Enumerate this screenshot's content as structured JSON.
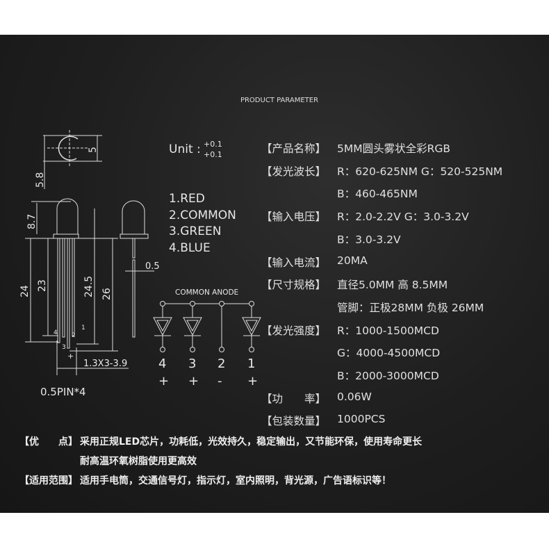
{
  "title": "PRODUCT PARAMETER",
  "unit": {
    "label": "Unit :",
    "tol_upper": "+0.1",
    "tol_lower": "+0.1"
  },
  "pins": [
    "1.RED",
    "2.COMMON",
    "3.GREEN",
    "4.BLUE"
  ],
  "dimensions": {
    "diameter": "5",
    "flange": "5.8",
    "dome_height": "8.7",
    "lead_a": "24",
    "lead_b": "23",
    "lead_c": "24.5",
    "lead_d": "26",
    "lead_width": "0.5",
    "pitch": "1.3X3-3.9",
    "pin_spec": "0.5PIN*4",
    "pin_marks": [
      "1",
      "2",
      "3",
      "4"
    ],
    "plus_mark": "+"
  },
  "circuit": {
    "title": "COMMON ANODE",
    "pins": [
      {
        "num": "4",
        "sign": "+"
      },
      {
        "num": "3",
        "sign": "+"
      },
      {
        "num": "2",
        "sign": "-"
      },
      {
        "num": "1",
        "sign": "+"
      }
    ]
  },
  "specs": [
    {
      "label": "【产品名称】",
      "values": [
        "5MM圆头雾状全彩RGB"
      ]
    },
    {
      "label": "【发光波长】",
      "values": [
        "R：620-625NM G：520-525NM",
        "B：460-465NM"
      ]
    },
    {
      "label": "【输入电压】",
      "values": [
        "R：2.0-2.2V G：3.0-3.2V",
        "B：3.0-3.2V"
      ]
    },
    {
      "label": "【输入电流】",
      "values": [
        "20MA"
      ]
    },
    {
      "label": "【尺寸规格】",
      "values": [
        "直径5.0MM 高 8.5MM",
        "管脚：正极28MM 负极 26MM"
      ]
    },
    {
      "label": "【发光强度】",
      "values": [
        "R：1000-1500MCD",
        "G：4000-4500MCD",
        "B：2000-3000MCD"
      ]
    },
    {
      "label": "【功　　率】",
      "values": [
        "0.06W"
      ]
    },
    {
      "label": "【包装数量】",
      "values": [
        "1000PCS"
      ]
    }
  ],
  "features": {
    "label": "【优　　点】",
    "lines": [
      "采用正规LED芯片，功耗低，光效持久，稳定输出，又节能环保，使用寿命更长",
      "耐高温环氧树脂使用更高效"
    ]
  },
  "applications": {
    "label": "【适用范围】",
    "text": "适用手电筒，交通信号灯，指示灯，室内照明，背光源，广告语标识等！"
  }
}
